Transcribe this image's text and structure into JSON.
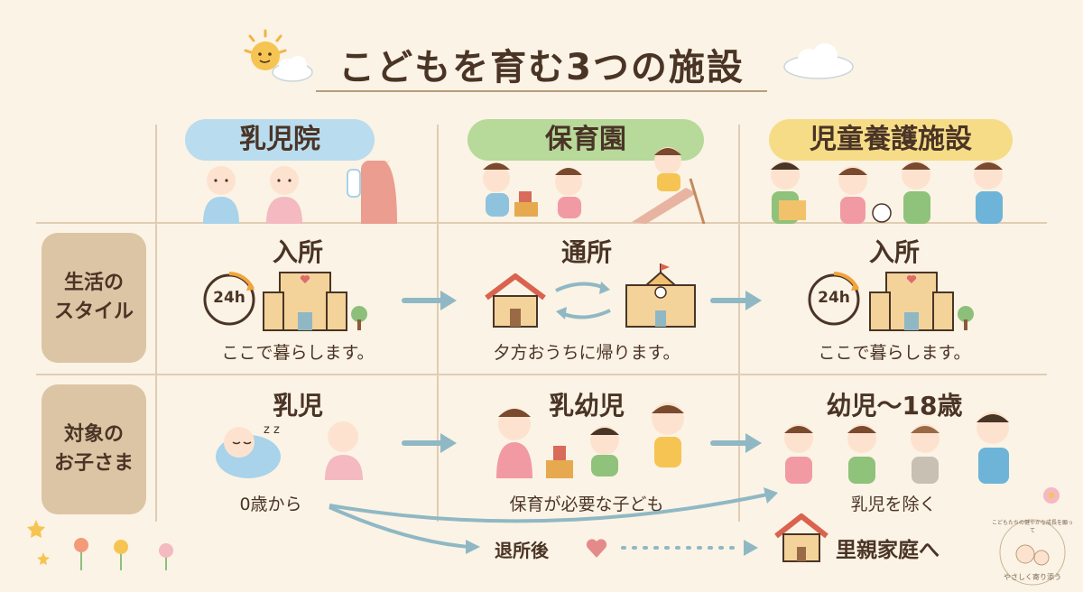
{
  "title": "こどもを育む3つの施設",
  "columns": [
    {
      "name": "乳児院",
      "color": "#b9dcee"
    },
    {
      "name": "保育園",
      "color": "#b7d99a"
    },
    {
      "name": "児童養護施設",
      "color": "#f6dc86"
    }
  ],
  "rows": {
    "lifestyle": {
      "label_line1": "生活の",
      "label_line2": "スタイル"
    },
    "target": {
      "label_line1": "対象の",
      "label_line2": "お子さま"
    }
  },
  "lifestyle": [
    {
      "heading": "入所",
      "caption": "ここで暮らします。",
      "clock": "24h"
    },
    {
      "heading": "通所",
      "caption": "夕方おうちに帰ります。"
    },
    {
      "heading": "入所",
      "caption": "ここで暮らします。",
      "clock": "24h"
    }
  ],
  "target": [
    {
      "heading": "乳児",
      "caption": "0歳から"
    },
    {
      "heading": "乳幼児",
      "caption": "保育が必要な子ども"
    },
    {
      "heading": "幼児〜18歳",
      "caption": "乳児を除く"
    }
  ],
  "after": {
    "label": "退所後",
    "destination": "里親家庭へ"
  },
  "stamp": {
    "line1": "こどもたちの健やかな成長を願って",
    "line2": "やさしく寄り添う"
  },
  "colors": {
    "arrow": "#8fb8c4",
    "line": "#8fb8c4",
    "heart": "#e58a8a",
    "house_roof": "#d9634e"
  }
}
